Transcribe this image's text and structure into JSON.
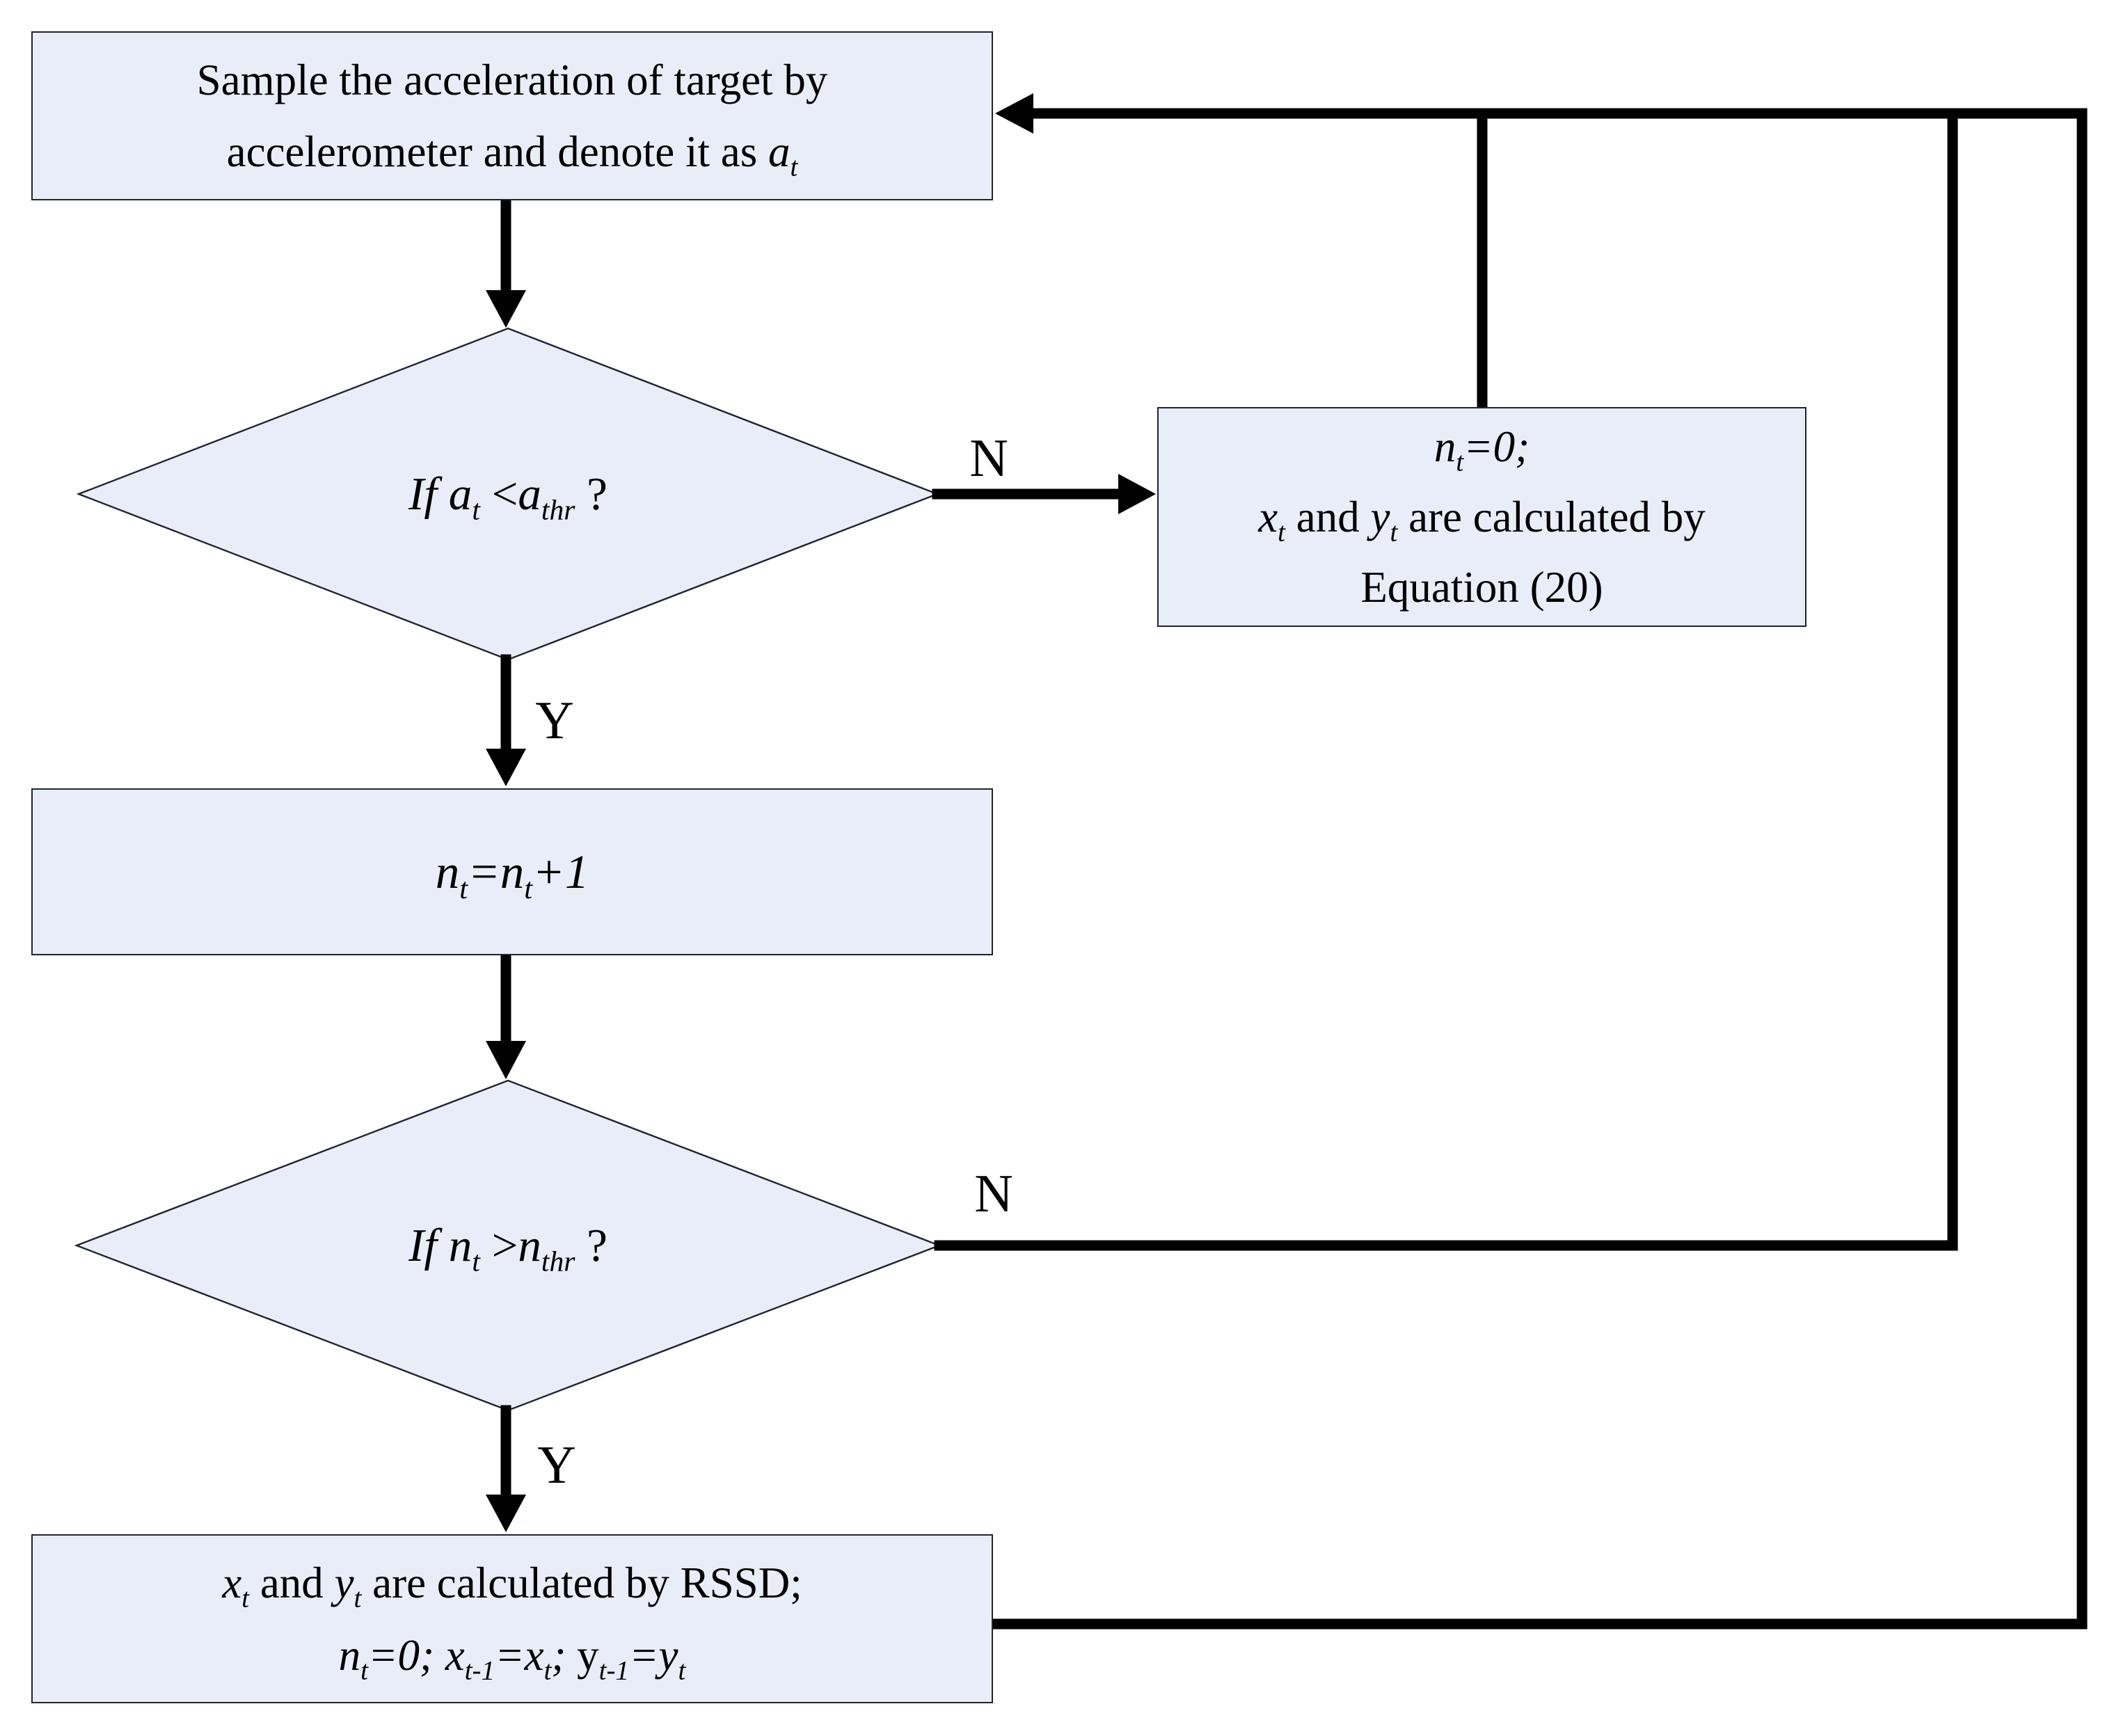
{
  "colors": {
    "node_fill": "#e8edf8",
    "node_border": "#1e2530",
    "line": "#000000",
    "text": "#000000",
    "background": "#ffffff"
  },
  "diagram": {
    "sample_box": {
      "lines": [
        [
          [
            "r",
            "Sample the acceleration of target by"
          ]
        ],
        [
          [
            "r",
            "accelerometer and denote it as "
          ],
          [
            "i",
            "a"
          ],
          [
            "s",
            "t"
          ]
        ]
      ]
    },
    "decision_accel": {
      "lines": [
        [
          [
            "i",
            "If a"
          ],
          [
            "s",
            "t"
          ],
          [
            "r",
            " <"
          ],
          [
            "i",
            "a"
          ],
          [
            "s",
            "thr"
          ],
          [
            "r",
            " ?"
          ]
        ]
      ]
    },
    "reset_box": {
      "lines": [
        [
          [
            "i",
            "n"
          ],
          [
            "s",
            "t"
          ],
          [
            "i",
            "=0;"
          ]
        ],
        [
          [
            "i",
            "x"
          ],
          [
            "s",
            "t"
          ],
          [
            "r",
            " and "
          ],
          [
            "i",
            "y"
          ],
          [
            "s",
            "t"
          ],
          [
            "r",
            " are calculated by"
          ]
        ],
        [
          [
            "r",
            "Equation (20)"
          ]
        ]
      ]
    },
    "increment_box": {
      "lines": [
        [
          [
            "i",
            "n"
          ],
          [
            "s",
            "t"
          ],
          [
            "i",
            "=n"
          ],
          [
            "s",
            "t"
          ],
          [
            "i",
            "+1"
          ]
        ]
      ]
    },
    "decision_count": {
      "lines": [
        [
          [
            "i",
            "If n"
          ],
          [
            "s",
            "t"
          ],
          [
            "r",
            " >"
          ],
          [
            "i",
            "n"
          ],
          [
            "s",
            "thr"
          ],
          [
            "r",
            " ?"
          ]
        ]
      ]
    },
    "rssd_box": {
      "lines": [
        [
          [
            "i",
            "x"
          ],
          [
            "s",
            "t"
          ],
          [
            "r",
            " and "
          ],
          [
            "i",
            "y"
          ],
          [
            "s",
            "t"
          ],
          [
            "r",
            " are calculated by RSSD;"
          ]
        ],
        [
          [
            "i",
            "n"
          ],
          [
            "s",
            "t"
          ],
          [
            "i",
            "=0; x"
          ],
          [
            "s",
            "t-1"
          ],
          [
            "i",
            "=x"
          ],
          [
            "s",
            "t"
          ],
          [
            "i",
            "; "
          ],
          [
            "r",
            "y"
          ],
          [
            "s",
            "t-1"
          ],
          [
            "i",
            "=y"
          ],
          [
            "s",
            "t"
          ]
        ]
      ]
    },
    "labels": {
      "accel_no": "N",
      "accel_yes": "Y",
      "count_no": "N",
      "count_yes": "Y"
    }
  }
}
